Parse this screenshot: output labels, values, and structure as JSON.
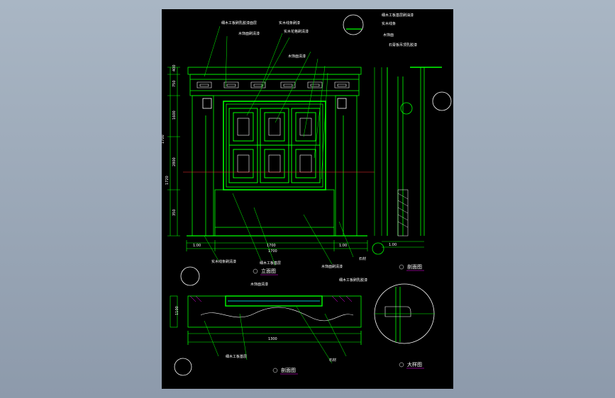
{
  "drawing": {
    "views": {
      "elevation": "立面图",
      "section_side": "剖面图",
      "plan": "剖面图",
      "detail": "大样图"
    },
    "elevation_width": "1700",
    "plan_width": "1300",
    "elevation_height": "1700",
    "plan_depth": "1100",
    "callouts_top": [
      "细木工板刷乳胶漆面层",
      "木饰面刷清漆",
      "实木线条刷漆",
      "实木花格刷清漆",
      "木饰面清漆"
    ],
    "callouts_right": [
      "细木工板基层刷油漆",
      "实木线条",
      "木饰面",
      "石膏板吊顶乳胶漆"
    ],
    "callouts_bottom": [
      "实木线条刷清漆",
      "细木工板基层",
      "木饰面刷清漆",
      "石材"
    ],
    "plan_callouts": [
      "细木工板刷乳胶漆",
      "木饰面清漆",
      "石材",
      "细木工板基层"
    ],
    "dims_left": [
      "400",
      "750",
      "1600",
      "2800",
      "350",
      "1720"
    ],
    "dims_bottom": [
      "1.00",
      "1700",
      "1.00",
      "1.00"
    ],
    "colors": {
      "background": "#9aa7b7",
      "sheet": "#000000",
      "primary_line": "#00ff00",
      "accent_line": "#ffffff",
      "annotation": "#00ffff",
      "magenta": "#ff00ff",
      "red": "#ff3333"
    }
  }
}
